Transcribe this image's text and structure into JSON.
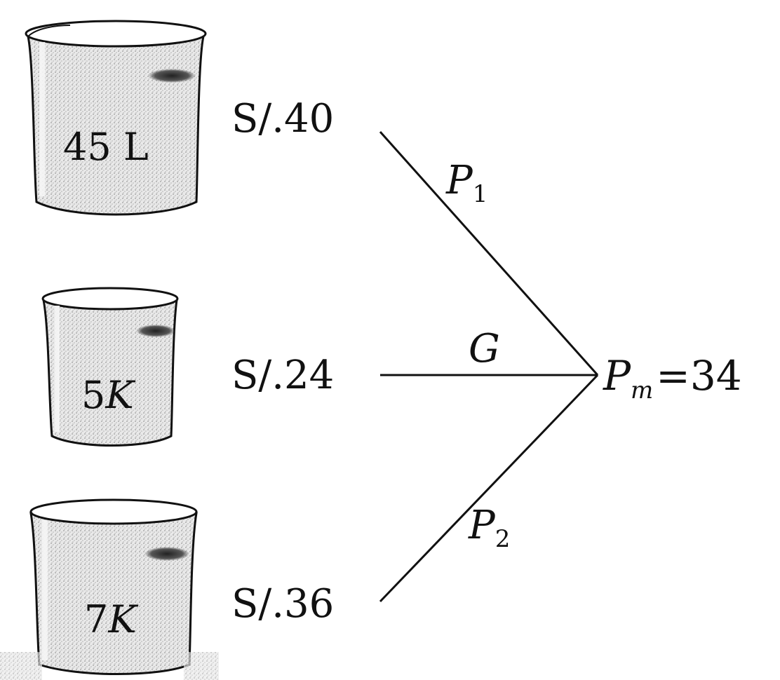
{
  "beakers": [
    {
      "label": "45 L",
      "price": "S/.40"
    },
    {
      "label_number": "5",
      "label_unit": "K",
      "price": "S/.24"
    },
    {
      "label_number": "7",
      "label_unit": "K",
      "price": "S/.36"
    }
  ],
  "lines": {
    "p1": {
      "letter": "P",
      "subscript": "1"
    },
    "g": {
      "letter": "G"
    },
    "p2": {
      "letter": "P",
      "subscript": "2"
    }
  },
  "result": {
    "letter": "P",
    "subscript": "m",
    "relation": "=",
    "value": "34"
  },
  "colors": {
    "ink": "#111111",
    "shade": "#cfcfcf"
  }
}
